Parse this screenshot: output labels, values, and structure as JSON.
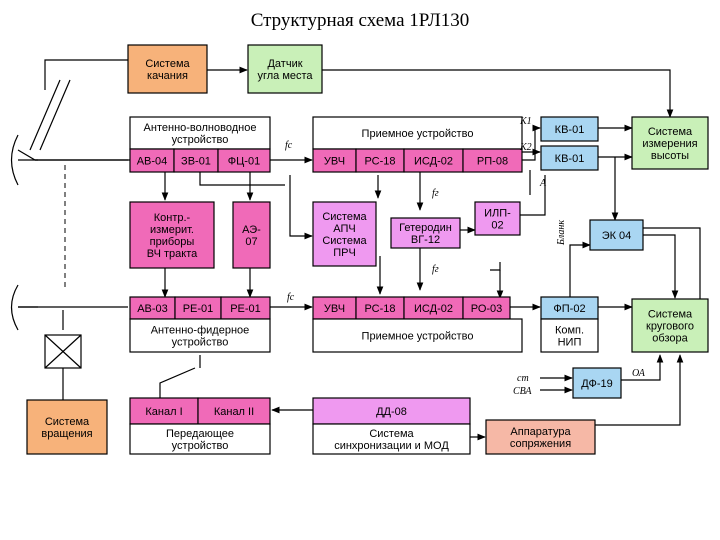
{
  "title": "Структурная схема 1РЛ130",
  "colors": {
    "orange": "#f7b27a",
    "green": "#c9f0b8",
    "pink": "#f06ab8",
    "blue": "#a9d6f2",
    "lilac": "#ef99f0",
    "salmon": "#f6b8a6",
    "white": "#ffffff",
    "stroke": "#000000"
  },
  "blocks": {
    "sistema_kachaniya": [
      "Система",
      "качания"
    ],
    "datchik": [
      "Датчик",
      "угла места"
    ],
    "avu": [
      "Антенно-волноводное",
      "устройство"
    ],
    "av04": [
      "АВ-04"
    ],
    "zv01": [
      "ЗВ-01"
    ],
    "fc01": [
      "ФЦ-01"
    ],
    "kontr": [
      "Контр.-",
      "измерит.",
      "приборы",
      "ВЧ тракта"
    ],
    "ae07": [
      "АЭ-",
      "07"
    ],
    "av03": [
      "АВ-03"
    ],
    "pe01a": [
      "РЕ-01"
    ],
    "pe01b": [
      "РЕ-01"
    ],
    "afu": [
      "Антенно-фидерное",
      "устройство"
    ],
    "pu_top": [
      "Приемное устройство"
    ],
    "uvch1": [
      "УВЧ"
    ],
    "rs18a": [
      "РС-18"
    ],
    "isd02a": [
      "ИСД-02"
    ],
    "rp08": [
      "РП-08"
    ],
    "sistema_apch": [
      "Система",
      "АПЧ",
      "Система",
      "ПРЧ"
    ],
    "geterodin": [
      "Гетеродин",
      "ВГ-12"
    ],
    "ilp02": [
      "ИЛП-",
      "02"
    ],
    "uvch2": [
      "УВЧ"
    ],
    "rs18b": [
      "РС-18"
    ],
    "isd02b": [
      "ИСД-02"
    ],
    "ro03": [
      "РО-03"
    ],
    "pu_bottom": [
      "Приемное устройство"
    ],
    "kv01a": [
      "КВ-01"
    ],
    "kv01b": [
      "КВ-01"
    ],
    "sistema_izm": [
      "Система",
      "измерения",
      "высоты"
    ],
    "ek04": [
      "ЭК 04"
    ],
    "fp02": [
      "ФП-02"
    ],
    "komp_nip": [
      "Комп.",
      "НИП"
    ],
    "sistema_krug": [
      "Система",
      "кругового",
      "обзора"
    ],
    "df19": [
      "ДФ-19"
    ],
    "sistema_vrash": [
      "Система",
      "вращения"
    ],
    "kanal1": [
      "Канал I"
    ],
    "kanal2": [
      "Канал II"
    ],
    "per_ustr": [
      "Передающее",
      "устройство"
    ],
    "dd08": [
      "ДД-08"
    ],
    "sistema_sinh": [
      "Система",
      "синхронизации и МОД"
    ],
    "apparatura": [
      "Аппаратура",
      "сопряжения"
    ]
  },
  "labels": {
    "fc_top": "fc",
    "fc_bottom": "fc",
    "fg_top": "fг",
    "fg_bottom": "fг",
    "k1": "К1",
    "k2": "К2",
    "A": "А",
    "blank": "Бланк",
    "OA": "ОА",
    "st": "ст",
    "sva": "СВА"
  }
}
